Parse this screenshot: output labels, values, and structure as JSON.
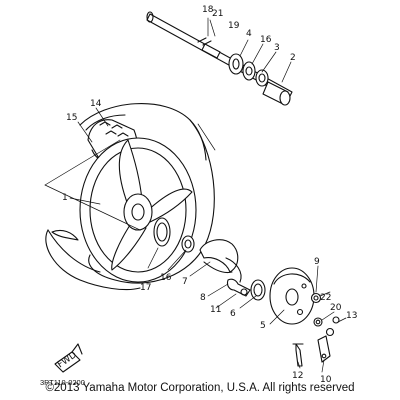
{
  "diagram": {
    "part_numbers": [
      "1",
      "2",
      "3",
      "4",
      "5",
      "6",
      "7",
      "8",
      "9",
      "10",
      "11",
      "12",
      "13",
      "14",
      "15",
      "16",
      "16",
      "17",
      "18",
      "19",
      "20",
      "21",
      "22"
    ],
    "direction_marker": "FWD",
    "drawing_code": "3PT110-0200"
  },
  "footer": {
    "copyright": "©2013 Yamaha Motor Corporation, U.S.A. All rights reserved"
  },
  "colors": {
    "line": "#111111",
    "background": "#ffffff"
  }
}
